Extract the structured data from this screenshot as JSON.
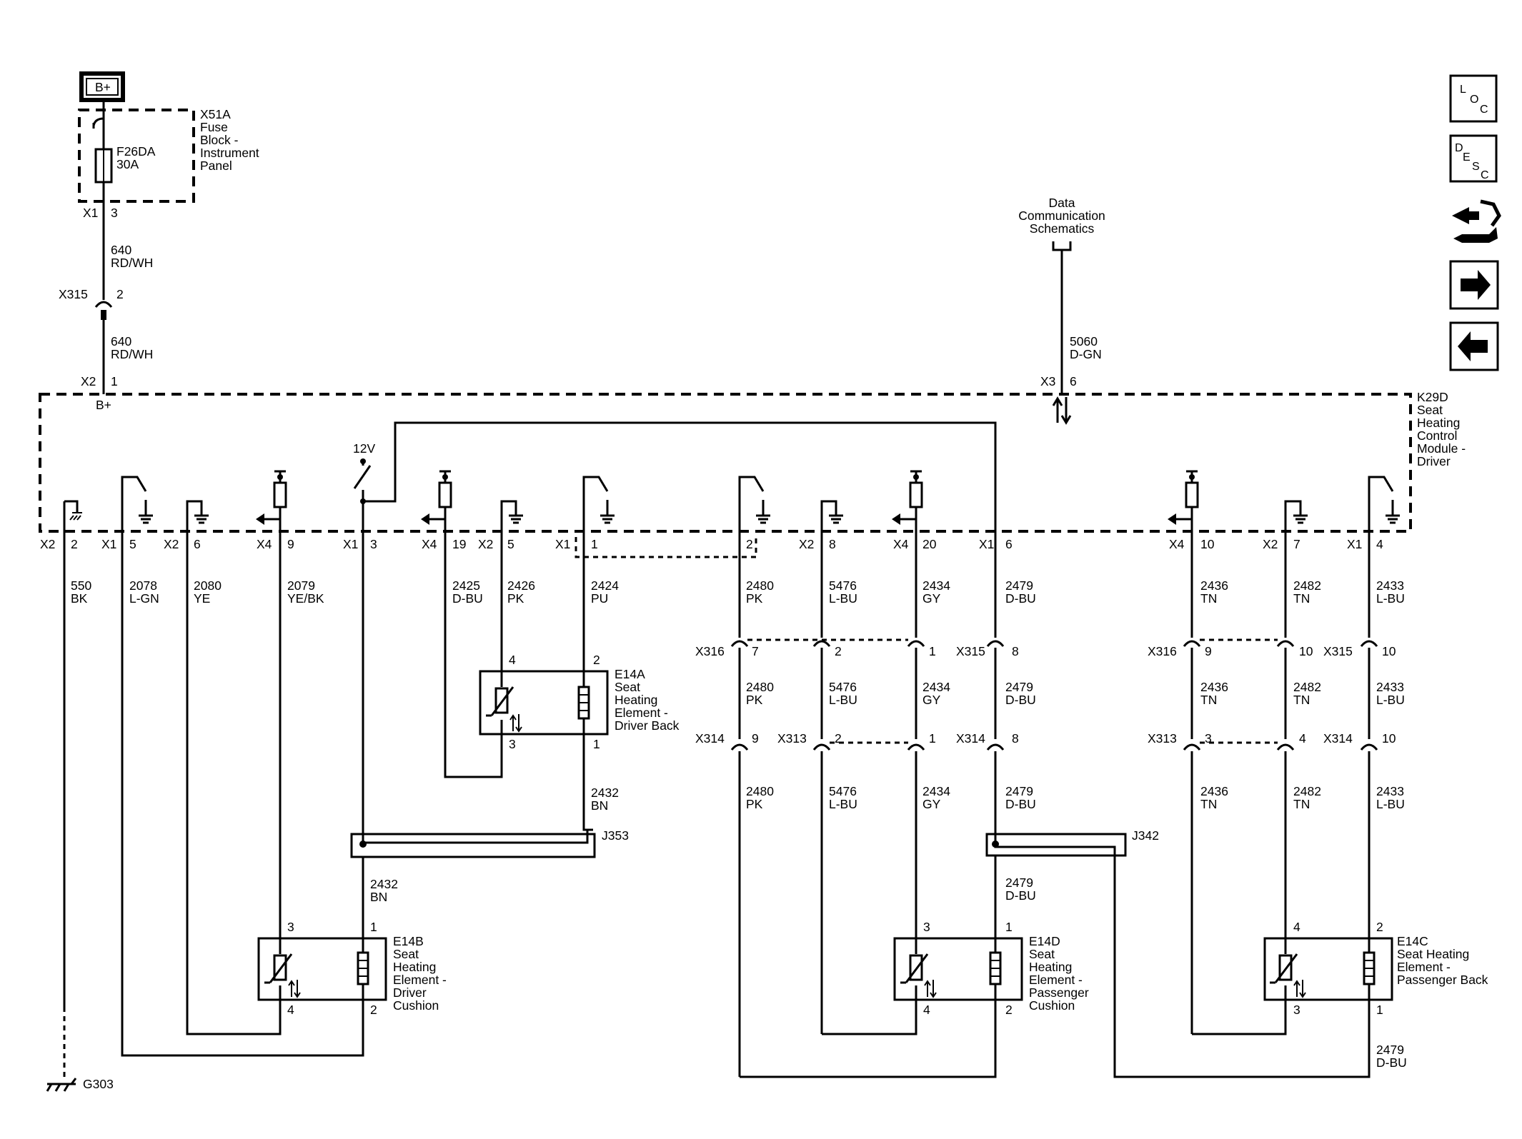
{
  "power": {
    "label": "B+"
  },
  "fuse_block": {
    "name": "X51A",
    "desc": [
      "Fuse",
      "Block -",
      "Instrument",
      "Panel"
    ],
    "fuse": "F26DA",
    "rating": "30A",
    "conn": "X1",
    "pin": "3"
  },
  "wire_640a": {
    "num": "640",
    "color": "RD/WH"
  },
  "x315_top": {
    "conn": "X315",
    "pin": "2"
  },
  "wire_640b": {
    "num": "640",
    "color": "RD/WH"
  },
  "module_bplus": {
    "conn": "X2",
    "pin": "1",
    "label": "B+"
  },
  "data_comm": {
    "lines": [
      "Data",
      "Communication",
      "Schematics"
    ]
  },
  "wire_5060": {
    "num": "5060",
    "color": "D-GN",
    "conn": "X3",
    "pin": "6"
  },
  "module": {
    "name": "K29D",
    "desc": [
      "Seat",
      "Heating",
      "Control",
      "Module -",
      "Driver"
    ],
    "v12": "12V"
  },
  "pins": [
    {
      "conn": "X2",
      "pin": "2",
      "num": "550",
      "color": "BK"
    },
    {
      "conn": "X1",
      "pin": "5",
      "num": "2078",
      "color": "L-GN"
    },
    {
      "conn": "X2",
      "pin": "6",
      "num": "2080",
      "color": "YE"
    },
    {
      "conn": "X4",
      "pin": "9",
      "num": "2079",
      "color": "YE/BK"
    },
    {
      "conn": "X1",
      "pin": "3",
      "num": "",
      "color": ""
    },
    {
      "conn": "X4",
      "pin": "19",
      "num": "2425",
      "color": "D-BU"
    },
    {
      "conn": "X2",
      "pin": "5",
      "num": "2426",
      "color": "PK"
    },
    {
      "conn": "X1",
      "pin": "1",
      "num": "2424",
      "color": "PU"
    },
    {
      "conn": "",
      "pin": "2",
      "num": "2480",
      "color": "PK"
    },
    {
      "conn": "X2",
      "pin": "8",
      "num": "5476",
      "color": "L-BU"
    },
    {
      "conn": "X4",
      "pin": "20",
      "num": "2434",
      "color": "GY"
    },
    {
      "conn": "X1",
      "pin": "6",
      "num": "2479",
      "color": "D-BU"
    },
    {
      "conn": "X4",
      "pin": "10",
      "num": "2436",
      "color": "TN"
    },
    {
      "conn": "X2",
      "pin": "7",
      "num": "2482",
      "color": "TN"
    },
    {
      "conn": "X1",
      "pin": "4",
      "num": "2433",
      "color": "L-BU"
    }
  ],
  "row1": [
    {
      "conn": "X316",
      "pin": "7"
    },
    {
      "conn": "",
      "pin": "2"
    },
    {
      "conn": "",
      "pin": "1"
    },
    {
      "conn": "X315",
      "pin": "8"
    },
    {
      "conn": "X316",
      "pin": "9"
    },
    {
      "conn": "",
      "pin": "10"
    },
    {
      "conn": "X315",
      "pin": "10"
    }
  ],
  "row1_wires": [
    {
      "num": "2480",
      "color": "PK"
    },
    {
      "num": "5476",
      "color": "L-BU"
    },
    {
      "num": "2434",
      "color": "GY"
    },
    {
      "num": "2479",
      "color": "D-BU"
    },
    {
      "num": "2436",
      "color": "TN"
    },
    {
      "num": "2482",
      "color": "TN"
    },
    {
      "num": "2433",
      "color": "L-BU"
    }
  ],
  "row2": [
    {
      "conn": "X314",
      "pin": "9"
    },
    {
      "conn": "X313",
      "pin": "2"
    },
    {
      "conn": "",
      "pin": "1"
    },
    {
      "conn": "X314",
      "pin": "8"
    },
    {
      "conn": "X313",
      "pin": "3"
    },
    {
      "conn": "",
      "pin": "4"
    },
    {
      "conn": "X314",
      "pin": "10"
    }
  ],
  "row2_wires": [
    {
      "num": "2480",
      "color": "PK"
    },
    {
      "num": "5476",
      "color": "L-BU"
    },
    {
      "num": "2434",
      "color": "GY"
    },
    {
      "num": "2479",
      "color": "D-BU"
    },
    {
      "num": "2436",
      "color": "TN"
    },
    {
      "num": "2482",
      "color": "TN"
    },
    {
      "num": "2433",
      "color": "L-BU"
    }
  ],
  "e14a": {
    "name": "E14A",
    "desc": [
      "Seat",
      "Heating",
      "Element -",
      "Driver Back"
    ],
    "p_tl": "4",
    "p_tr": "2",
    "p_bl": "3",
    "p_br": "1"
  },
  "e14b": {
    "name": "E14B",
    "desc": [
      "Seat",
      "Heating",
      "Element -",
      "Driver",
      "Cushion"
    ],
    "p_tl": "3",
    "p_tr": "1",
    "p_bl": "4",
    "p_br": "2"
  },
  "e14d": {
    "name": "E14D",
    "desc": [
      "Seat",
      "Heating",
      "Element -",
      "Passenger",
      "Cushion"
    ],
    "p_tl": "3",
    "p_tr": "1",
    "p_bl": "4",
    "p_br": "2"
  },
  "e14c": {
    "name": "E14C",
    "desc": [
      "Seat Heating",
      "Element -",
      "Passenger Back"
    ],
    "p_tl": "4",
    "p_tr": "2",
    "p_bl": "3",
    "p_br": "1"
  },
  "wire_2432_top": {
    "num": "2432",
    "color": "BN"
  },
  "wire_2432_bot": {
    "num": "2432",
    "color": "BN"
  },
  "wire_2479_mid": {
    "num": "2479",
    "color": "D-BU"
  },
  "wire_2479_bot": {
    "num": "2479",
    "color": "D-BU"
  },
  "j353": "J353",
  "j342": "J342",
  "ground": "G303",
  "nav": {
    "loc": [
      "L",
      "O",
      "C"
    ],
    "desc": [
      "D",
      "E",
      "S",
      "C"
    ],
    "icons": [
      "loc-icon",
      "desc-icon",
      "connector-tool-icon",
      "next-arrow-icon",
      "prev-arrow-icon"
    ]
  }
}
